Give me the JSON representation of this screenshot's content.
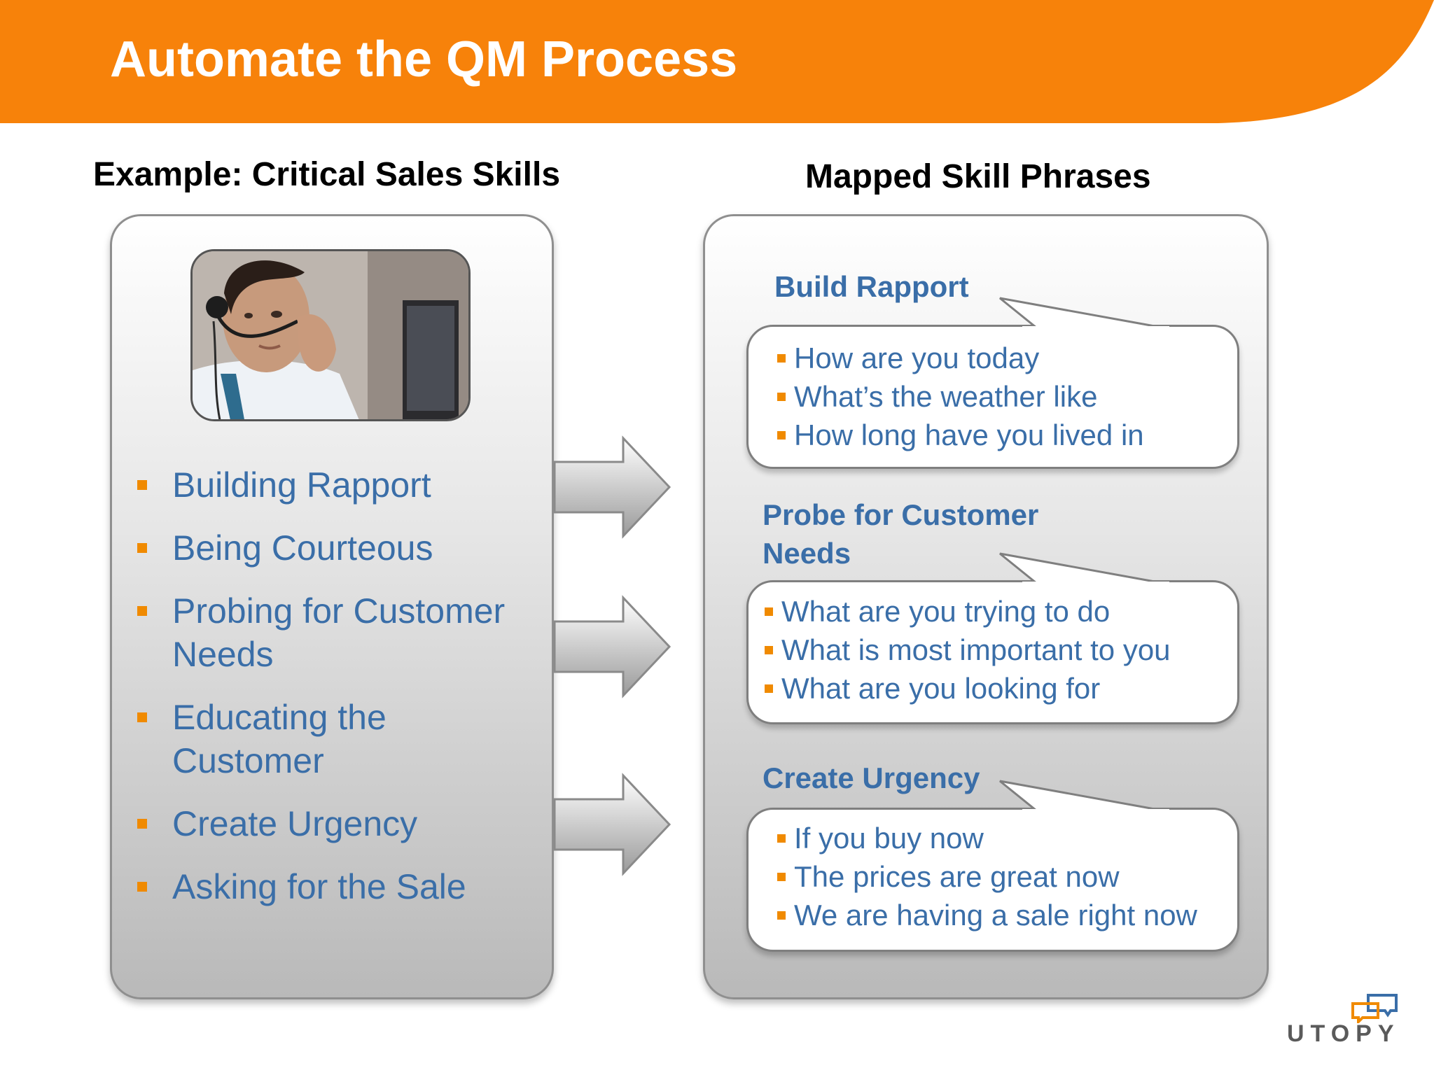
{
  "header": {
    "title": "Automate the QM Process"
  },
  "left": {
    "heading": "Example: Critical Sales Skills",
    "skills": [
      "Building Rapport",
      "Being Courteous",
      "Probing for Customer Needs",
      "Educating the Customer",
      "Create Urgency",
      "Asking for the Sale"
    ]
  },
  "right": {
    "heading": "Mapped Skill Phrases",
    "groups": [
      {
        "label": "Build Rapport",
        "phrases": [
          "How are you today",
          "What’s the weather like",
          "How long have you lived in"
        ]
      },
      {
        "label": "Probe for Customer Needs",
        "phrases": [
          "What are you trying to do",
          "What is most important to you",
          "What are you looking for"
        ]
      },
      {
        "label": "Create Urgency",
        "phrases": [
          "If you buy now",
          "The prices are great now",
          "We are having a sale right now"
        ]
      }
    ]
  },
  "logo": {
    "text": "UTOPY"
  },
  "colors": {
    "header_orange": "#f7820a",
    "accent_blue": "#3a6ea8",
    "bullet_orange": "#f08a00"
  }
}
